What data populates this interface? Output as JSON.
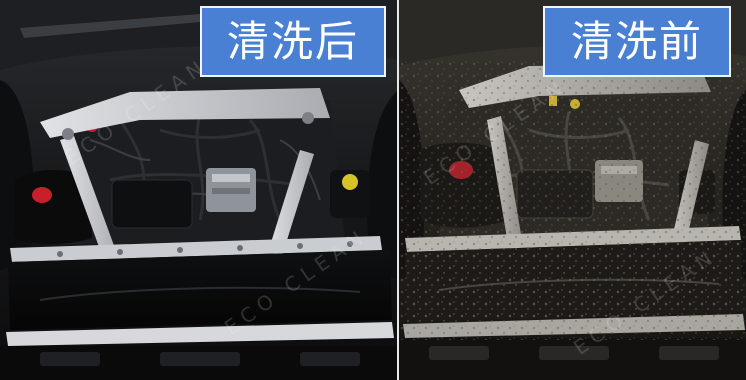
{
  "panels": {
    "after": {
      "label": "清洗后"
    },
    "before": {
      "label": "清洗前"
    }
  },
  "watermark": {
    "text": "ECO CLEAN"
  },
  "colors": {
    "label_bg": "#4a80d4",
    "label_text": "#ffffff",
    "engine_bay_dark": "#121314",
    "strut_brace": "#c9ccd0",
    "oil_cap": "#d8c22a",
    "red_cap": "#c8202a"
  }
}
